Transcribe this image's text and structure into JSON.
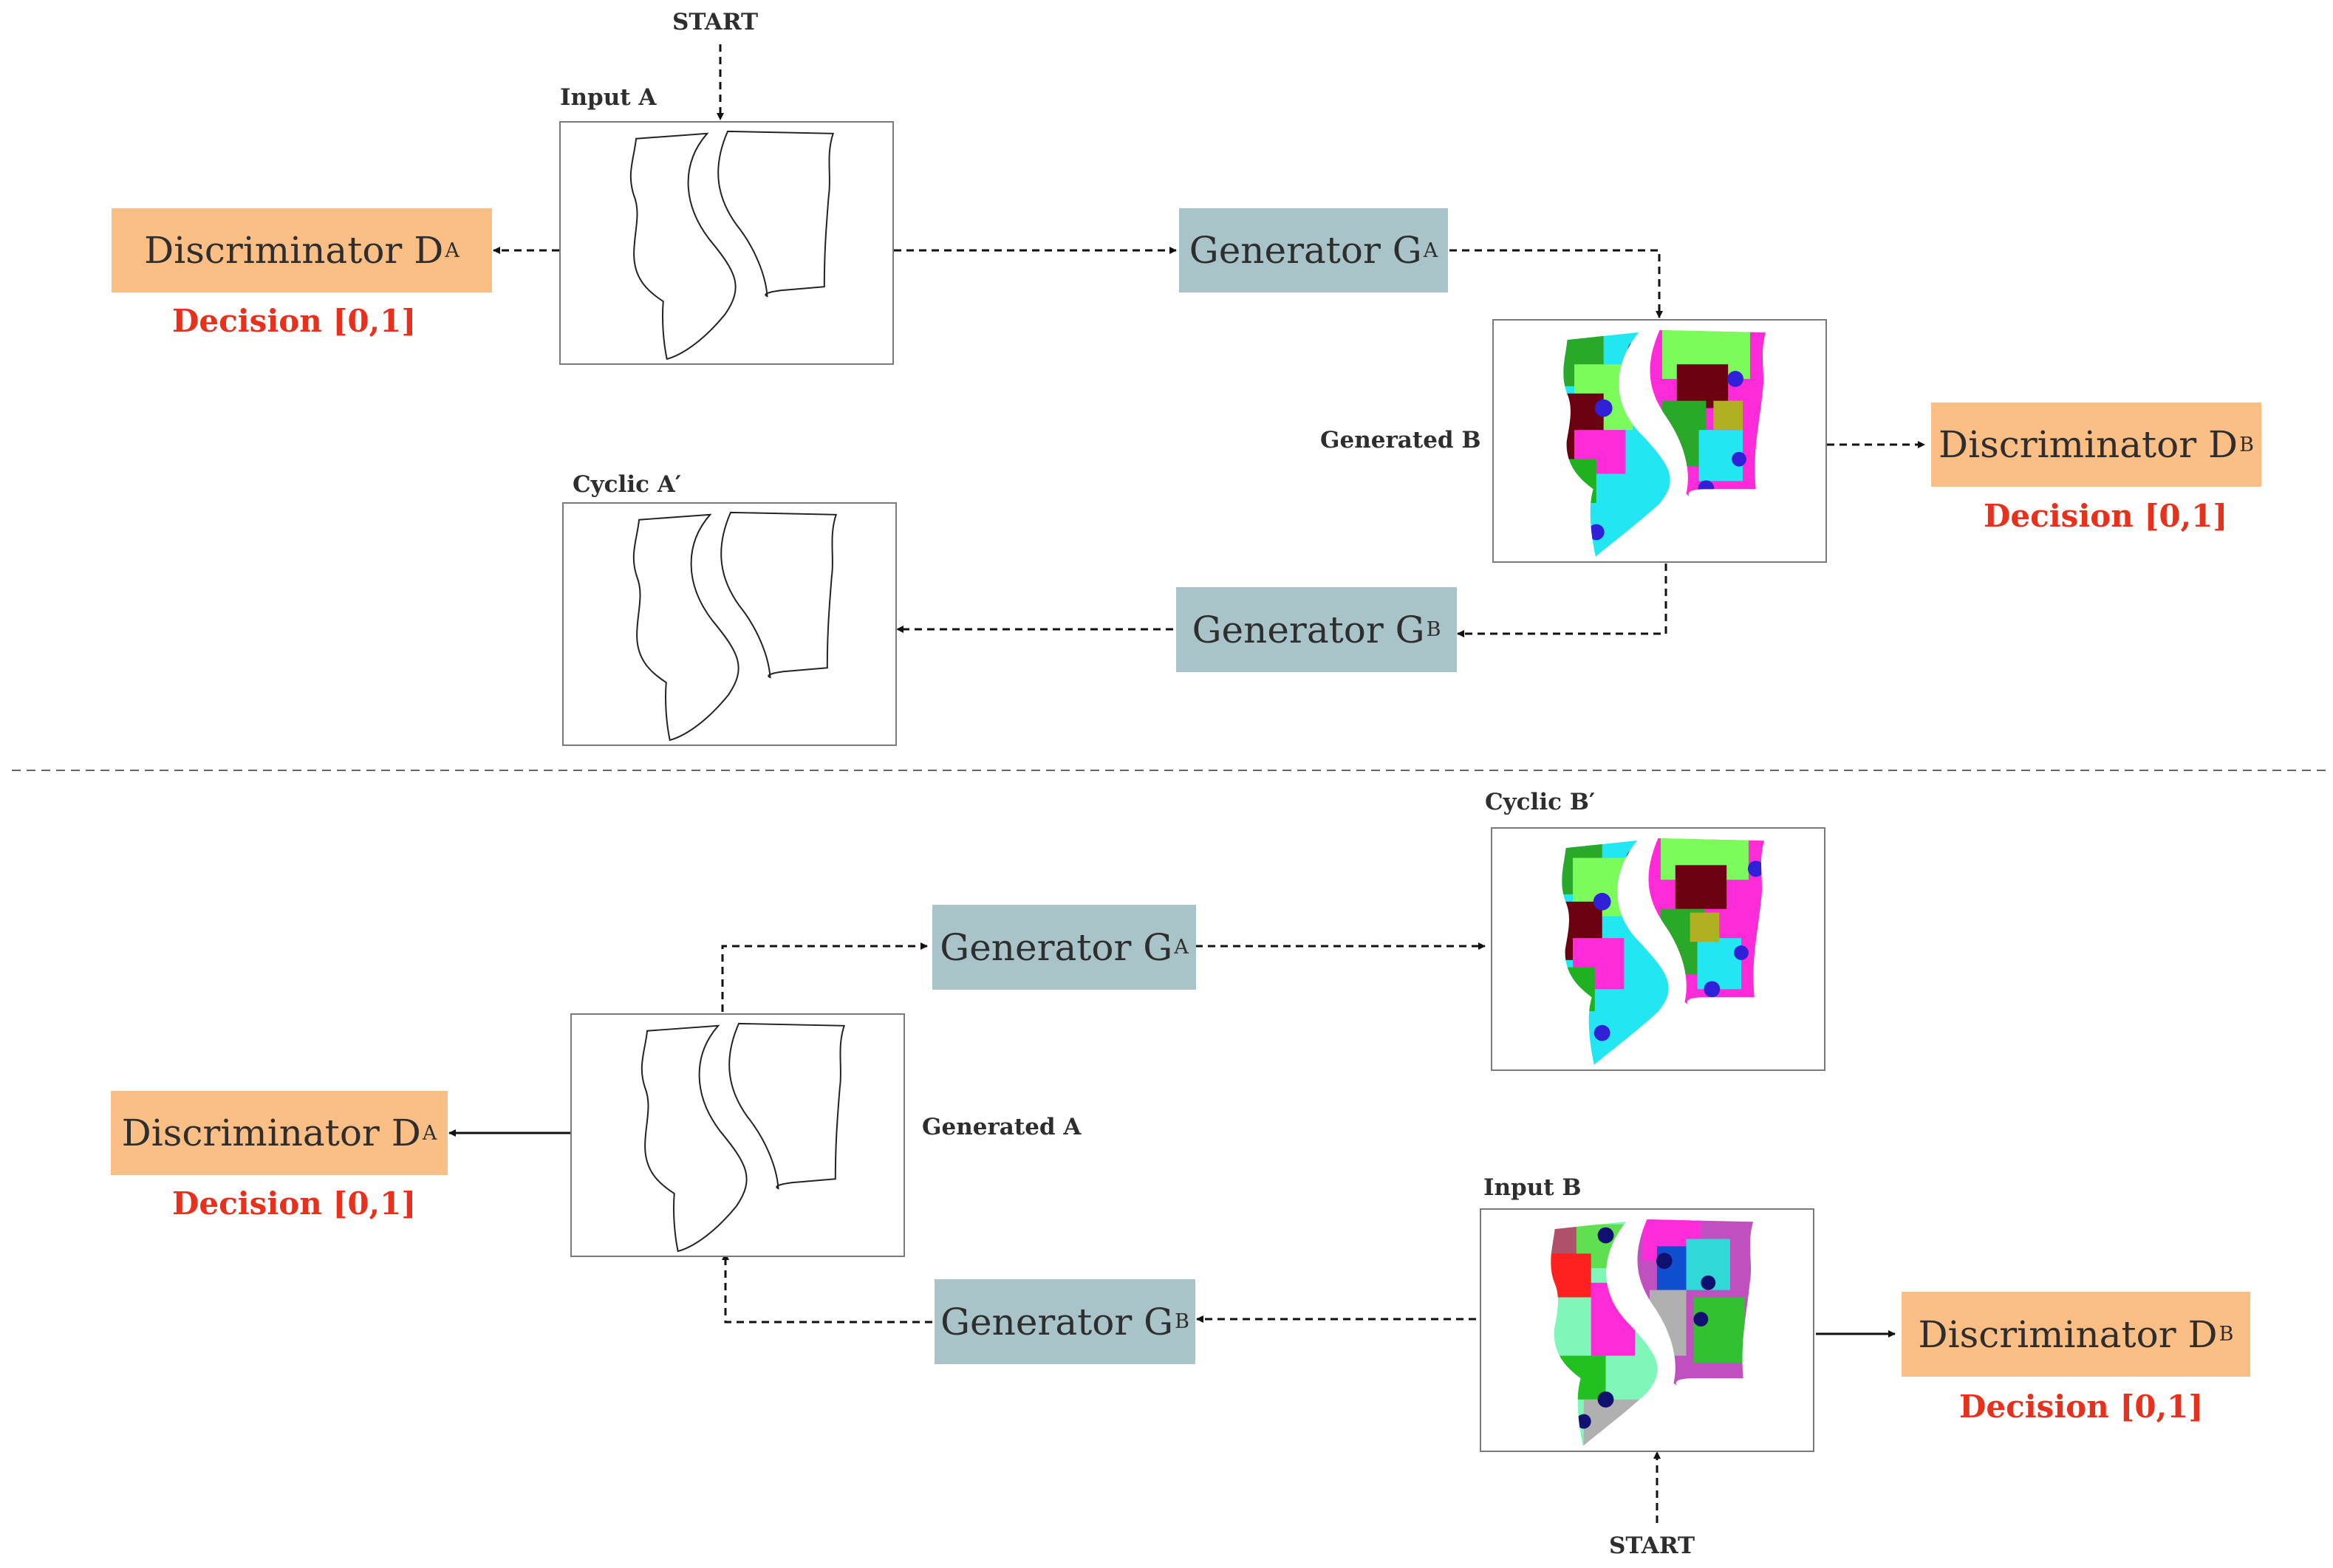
{
  "colors": {
    "discriminator": "#fbbf86",
    "generator": "#a9c4c8",
    "decision_text": "#e8311c",
    "label_text": "#2e2e2e"
  },
  "top": {
    "start": "START",
    "input_a": "Input A",
    "generated_b": "Generated B",
    "cyclic_a": "Cyclic A′",
    "disc_a": {
      "name": "Discriminator D",
      "sub": "A"
    },
    "disc_b": {
      "name": "Discriminator D",
      "sub": "B"
    },
    "gen_a": {
      "name": "Generator G",
      "sub": "A"
    },
    "gen_b": {
      "name": "Generator G",
      "sub": "B"
    },
    "decision_a": "Decision [0,1]",
    "decision_b": "Decision [0,1]"
  },
  "bottom": {
    "start": "START",
    "input_b": "Input B",
    "generated_a": "Generated A",
    "cyclic_b": "Cyclic B′",
    "disc_a": {
      "name": "Discriminator D",
      "sub": "A"
    },
    "disc_b": {
      "name": "Discriminator D",
      "sub": "B"
    },
    "gen_a": {
      "name": "Generator G",
      "sub": "A"
    },
    "gen_b": {
      "name": "Generator G",
      "sub": "B"
    },
    "decision_a": "Decision [0,1]",
    "decision_b": "Decision [0,1]"
  }
}
